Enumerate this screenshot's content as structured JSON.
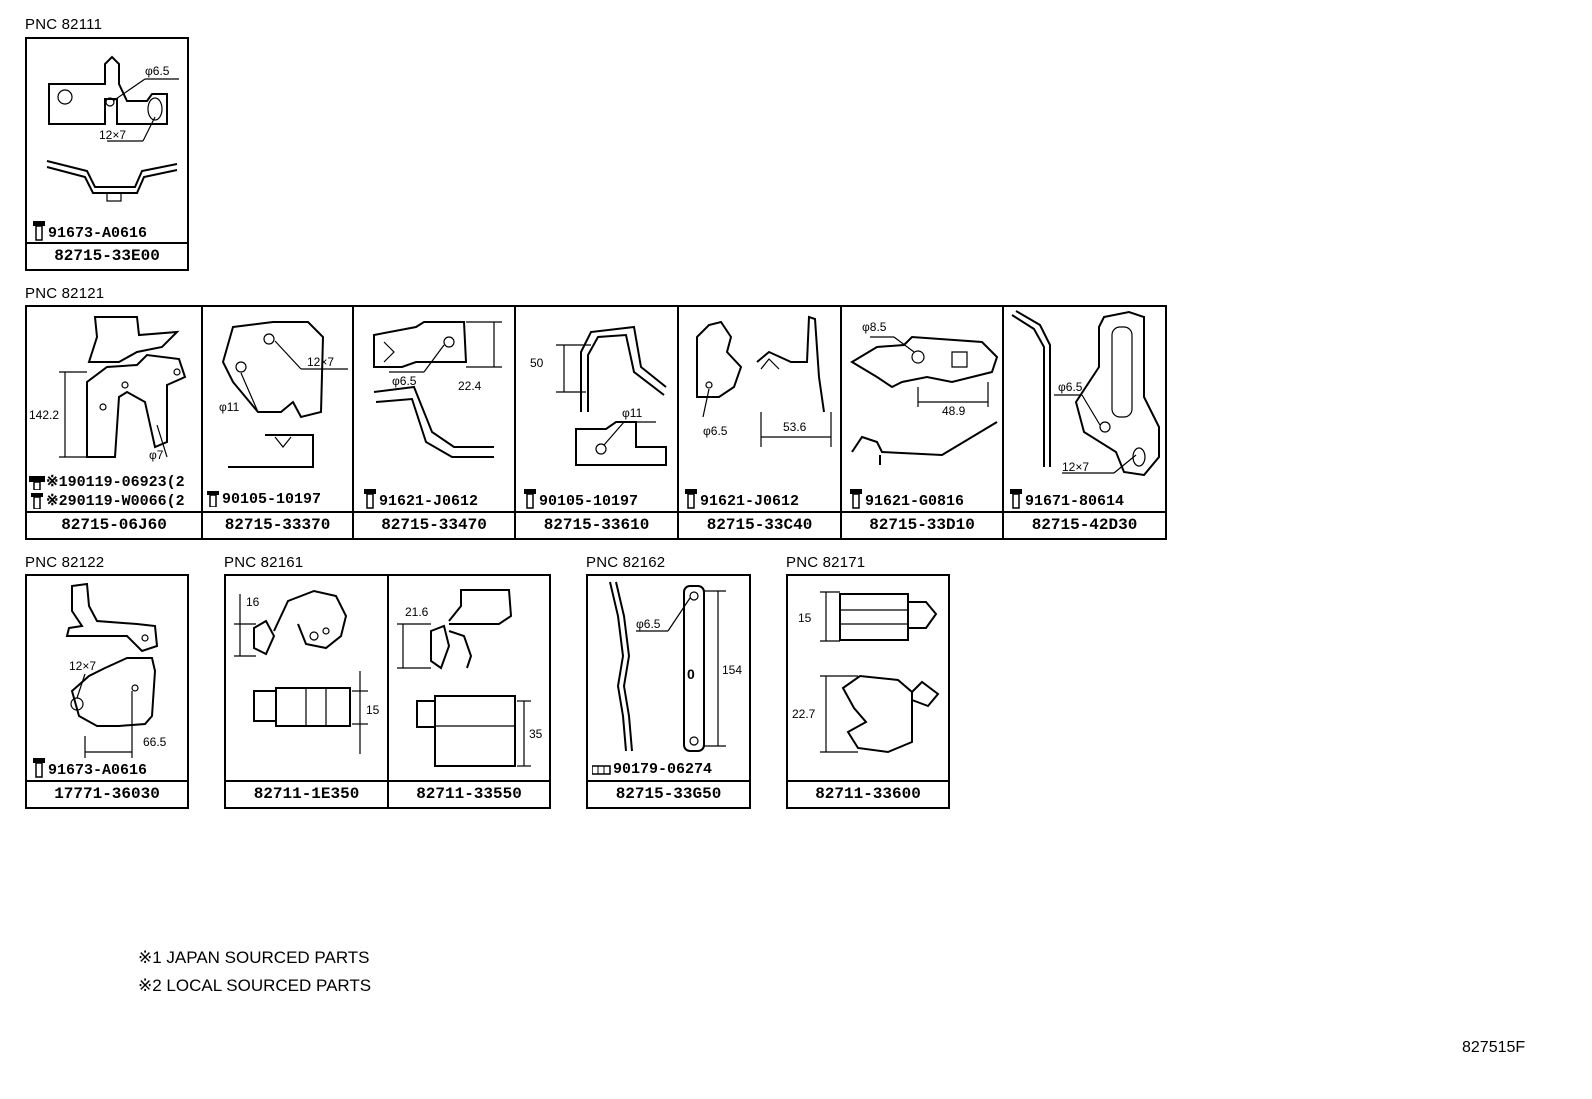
{
  "groups": {
    "g82111": {
      "pnc": "PNC 82111",
      "parts": [
        {
          "part_no": "82715-33E00",
          "bolt": "91673-A0616",
          "dims": [
            "φ6.5",
            "12×7"
          ]
        }
      ]
    },
    "g82121": {
      "pnc": "PNC 82121",
      "parts": [
        {
          "part_no": "82715-06J60",
          "bolt_1": "※190119-06923(2",
          "bolt_2": "※290119-W0066(2",
          "dims": [
            "142.2",
            "φ7"
          ]
        },
        {
          "part_no": "82715-33370",
          "bolt": "90105-10197",
          "dims": [
            "12×7",
            "φ11"
          ]
        },
        {
          "part_no": "82715-33470",
          "bolt": "91621-J0612",
          "dims": [
            "φ6.5",
            "22.4"
          ]
        },
        {
          "part_no": "82715-33610",
          "bolt": "90105-10197",
          "dims": [
            "50",
            "φ11"
          ]
        },
        {
          "part_no": "82715-33C40",
          "bolt": "91621-J0612",
          "dims": [
            "φ6.5",
            "53.6"
          ]
        },
        {
          "part_no": "82715-33D10",
          "bolt": "91621-G0816",
          "dims": [
            "φ8.5",
            "48.9"
          ]
        },
        {
          "part_no": "82715-42D30",
          "bolt": "91671-80614",
          "dims": [
            "φ6.5",
            "12×7"
          ]
        }
      ]
    },
    "g82122": {
      "pnc": "PNC 82122",
      "parts": [
        {
          "part_no": "17771-36030",
          "bolt": "91673-A0616",
          "dims": [
            "12×7",
            "66.5"
          ]
        }
      ]
    },
    "g82161": {
      "pnc": "PNC 82161",
      "parts": [
        {
          "part_no": "82711-1E350",
          "dims": [
            "16",
            "15"
          ]
        },
        {
          "part_no": "82711-33550",
          "dims": [
            "21.6",
            "35"
          ]
        }
      ]
    },
    "g82162": {
      "pnc": "PNC 82162",
      "parts": [
        {
          "part_no": "82715-33G50",
          "bolt": "90179-06274",
          "dims": [
            "φ6.5",
            "154"
          ]
        }
      ]
    },
    "g82171": {
      "pnc": "PNC 82171",
      "parts": [
        {
          "part_no": "82711-33600",
          "dims": [
            "15",
            "22.7"
          ]
        }
      ]
    }
  },
  "notes": [
    "※1 JAPAN SOURCED PARTS",
    "※2 LOCAL SOURCED PARTS"
  ],
  "illustration_code": "827515F"
}
